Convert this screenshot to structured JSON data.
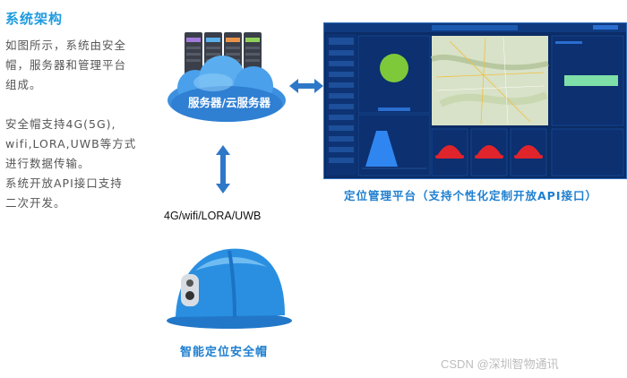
{
  "title": "系统架构",
  "description_lines": [
    "如图所示，系统由安全",
    "帽，服务器和管理平台",
    "组成。",
    "安全帽支持4G(5G),",
    "wifi,LORA,UWB等方式",
    "进行数据传输。",
    "系统开放API接口支持",
    "二次开发。"
  ],
  "server_label": "服务器/云服务器",
  "network_label": "4G/wifi/LORA/UWB",
  "platform_caption": "定位管理平台（支持个性化定制开放API接口）",
  "helmet_caption": "智能定位安全帽",
  "watermark": "CSDN @深圳智物通讯",
  "colors": {
    "accent_blue": "#1e9be0",
    "platform_bg": "#0a2a63",
    "helmet_blue": "#2a8fe0",
    "red_helmet": "#e0242c",
    "arrow": "#2f78c8"
  }
}
